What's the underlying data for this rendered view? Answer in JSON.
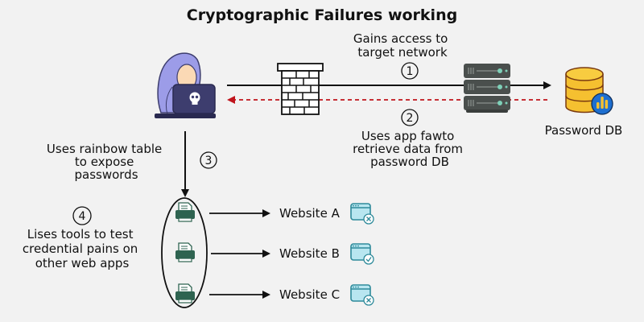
{
  "title": "Cryptographic Failures working",
  "nodes": {
    "attacker": {
      "label": "",
      "icon": "hacker-laptop-icon"
    },
    "firewall": {
      "icon": "firewall-icon"
    },
    "server": {
      "icon": "server-rack-icon"
    },
    "database": {
      "label": "Password DB",
      "icon": "database-icon"
    },
    "tools": {
      "icon": "printer-tool-icon",
      "count": 3
    },
    "websites": [
      {
        "label": "Website A",
        "status": "failed",
        "icon": "browser-window-x-icon"
      },
      {
        "label": "Website B",
        "status": "success",
        "icon": "browser-window-check-icon"
      },
      {
        "label": "Website C",
        "status": "failed",
        "icon": "browser-window-x-icon"
      }
    ]
  },
  "steps": [
    {
      "number": "1",
      "lines": [
        "Gains access to",
        "target network"
      ]
    },
    {
      "number": "2",
      "lines": [
        "Uses app fawto",
        "retrieve data from",
        "password DB"
      ]
    },
    {
      "number": "3",
      "lines": [
        "Uses rainbow table",
        "to expose",
        "passwords"
      ]
    },
    {
      "number": "4",
      "lines": [
        "Lises tools to test",
        "credential pains on",
        "other web apps"
      ]
    }
  ],
  "colors": {
    "background": "#f2f2f2",
    "text": "#111111",
    "return_arrow": "#c0141c",
    "hoodie": "#9c9ce8",
    "laptop": "#3d3d6e",
    "server": "#4a4f4d",
    "server_led": "#7ed0b8",
    "db_gold": "#f5c030",
    "db_badge": "#1e6fd0",
    "printer": "#2e6350",
    "browser": "#b8e6f0",
    "browser_stroke": "#2e8a9a"
  }
}
